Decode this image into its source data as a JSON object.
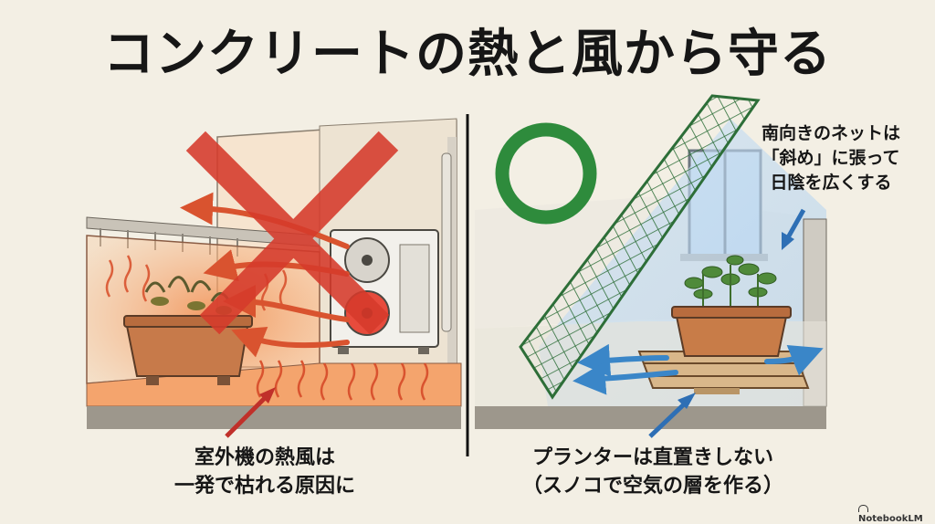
{
  "title": "コンクリートの熱と風から守る",
  "left_panel": {
    "caption_lines": [
      "室外機の熱風は",
      "一発で枯れる原因に"
    ],
    "mark": "cross",
    "mark_color": "#d63a2b"
  },
  "right_panel": {
    "caption_lines": [
      "プランターは直置きしない",
      "（スノコで空気の層を作る）"
    ],
    "note_lines": [
      "南向きのネットは",
      "「斜め」に張って",
      "日陰を広くする"
    ],
    "mark": "circle",
    "mark_color": "#2e8b3c"
  },
  "watermark": "NotebookLM",
  "colors": {
    "background": "#f3efe4",
    "heat_red": "#d63a2b",
    "ok_green": "#2e8b3c",
    "arrow_blue": "#2e6fb5"
  }
}
